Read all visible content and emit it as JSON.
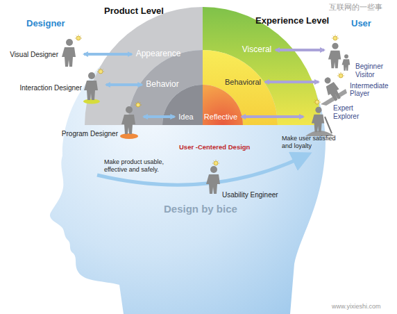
{
  "diagram": {
    "nodes": [
      {
        "text": [
          "Visual Designer"
        ]
      },
      {
        "text": [
          "Interaction Designer"
        ]
      },
      {
        "text": [
          "Program Designer"
        ]
      },
      {
        "text": [
          "Appearence"
        ]
      },
      {
        "text": [
          "Behavior"
        ]
      },
      {
        "text": [
          "Idea"
        ]
      },
      {
        "text": [
          "Visceral"
        ]
      },
      {
        "text": [
          "Behavioral"
        ]
      },
      {
        "text": [
          "Reflective"
        ]
      },
      {
        "text": [
          "Beginner Visitor"
        ]
      },
      {
        "text": [
          "Intermediate Player"
        ]
      },
      {
        "text": [
          "Expert Explorer"
        ]
      },
      {
        "text": [
          "Usability Engineer"
        ]
      }
    ],
    "edges": [
      {
        "from": 0,
        "to": 3,
        "arrow": "both"
      },
      {
        "from": 1,
        "to": 4,
        "arrow": "both"
      },
      {
        "from": 2,
        "to": 5,
        "arrow": "both"
      },
      {
        "from": 6,
        "to": 9,
        "arrow": "both"
      },
      {
        "from": 7,
        "to": 10,
        "arrow": "both"
      },
      {
        "from": 8,
        "to": 11,
        "arrow": "both"
      }
    ],
    "labels": [
      "Product Level",
      "Experience Level",
      "Designer",
      "User",
      "User -Centered Design",
      "Make product usable, effective and safely.",
      "Make user satisfied and loyalty",
      "Design by bice",
      "互联网的一些事",
      "www.yixieshi.com"
    ]
  }
}
